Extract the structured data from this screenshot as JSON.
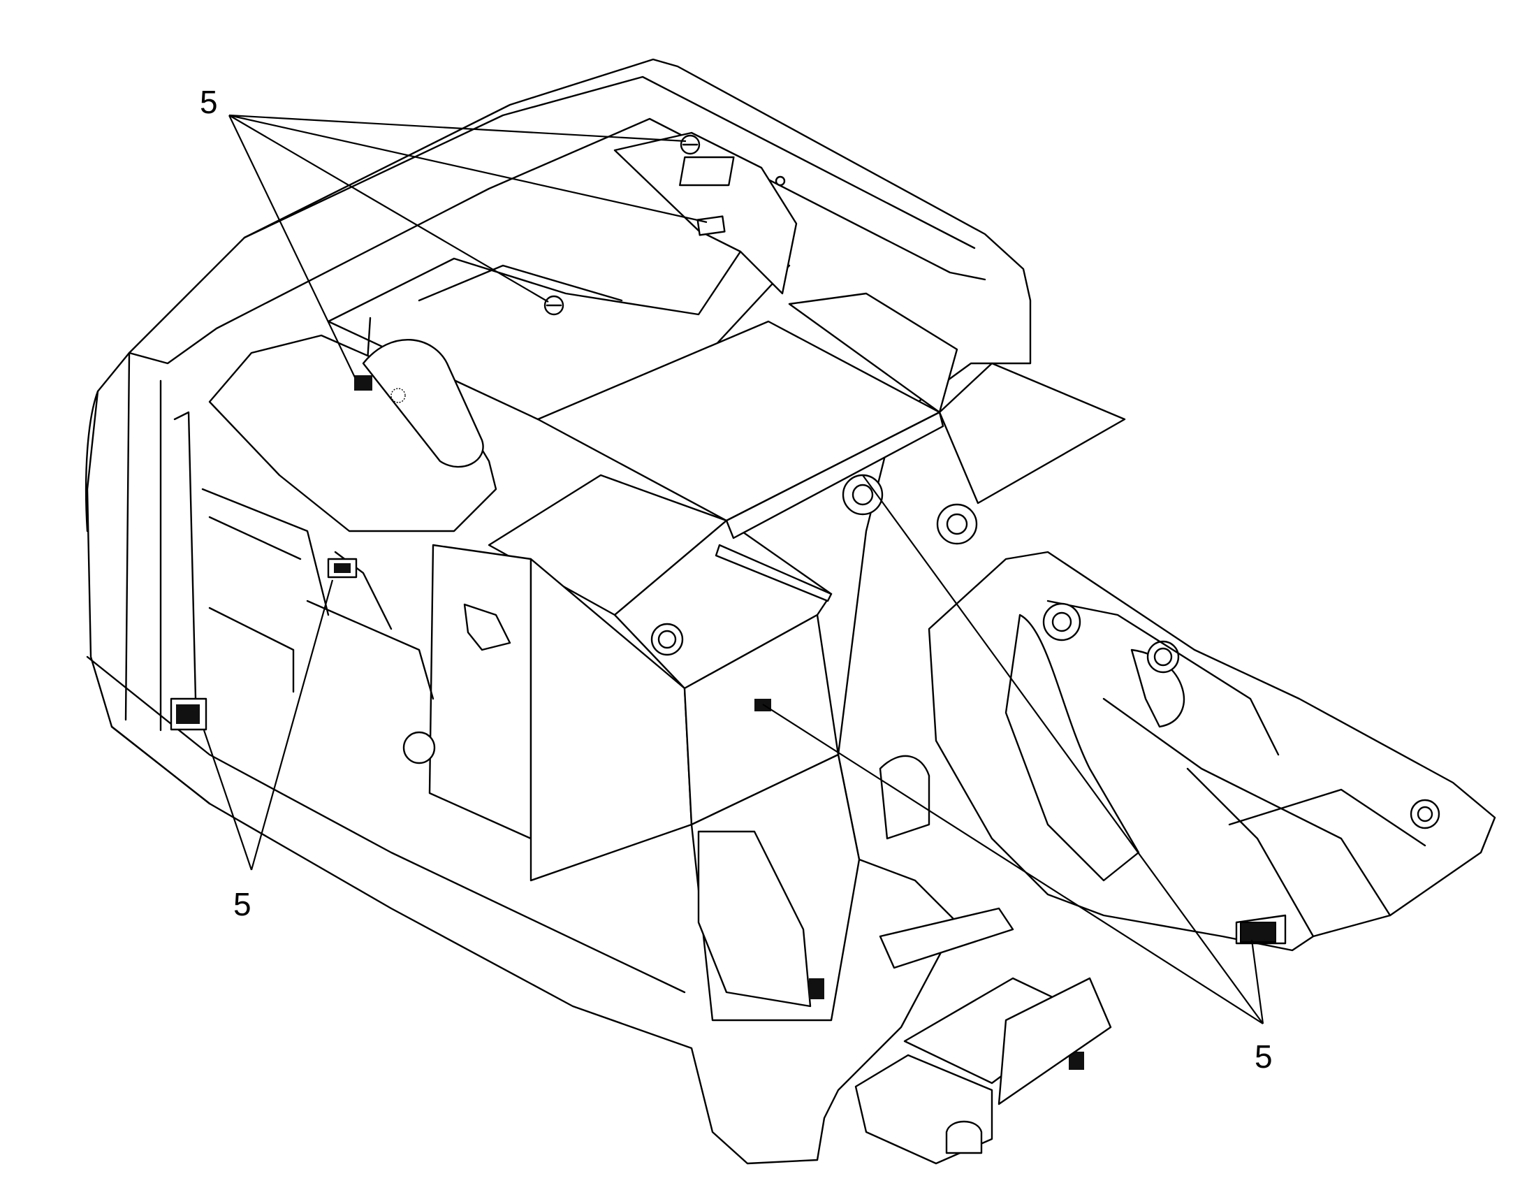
{
  "callouts": [
    {
      "id": "top",
      "label": "5"
    },
    {
      "id": "bottom-left",
      "label": "5"
    },
    {
      "id": "bottom-right",
      "label": "5"
    }
  ],
  "colors": {
    "line": "#000000",
    "background": "#ffffff"
  }
}
